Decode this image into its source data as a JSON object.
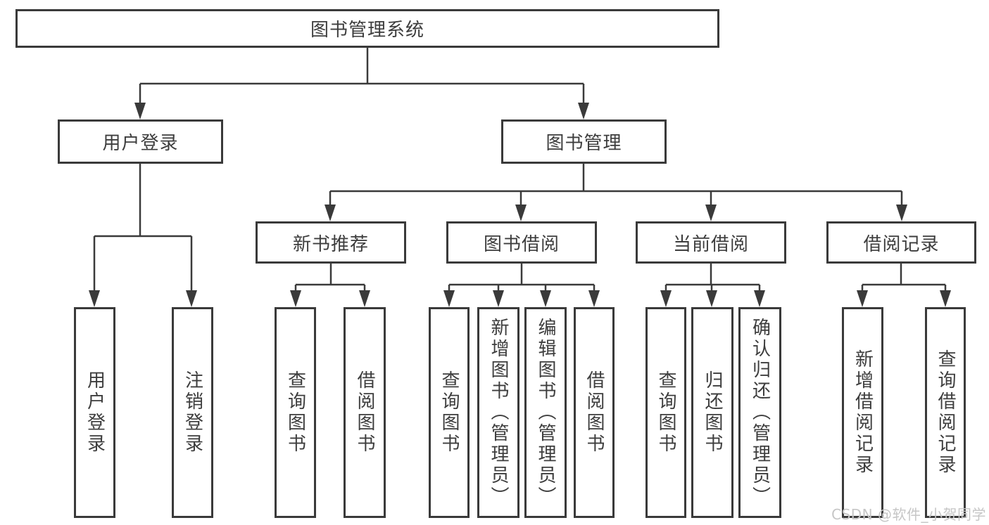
{
  "tree": {
    "root": "图书管理系统",
    "branches": [
      {
        "label": "用户登录",
        "leaves": [
          "用户登录",
          "注销登录"
        ]
      },
      {
        "label": "图书管理",
        "groups": [
          {
            "label": "新书推荐",
            "leaves": [
              "查询图书",
              "借阅图书"
            ]
          },
          {
            "label": "图书借阅",
            "leaves": [
              "查询图书",
              "新增图书（管理员）",
              "编辑图书（管理员）",
              "借阅图书"
            ]
          },
          {
            "label": "当前借阅",
            "leaves": [
              "查询图书",
              "归还图书",
              "确认归还（管理员）"
            ]
          },
          {
            "label": "借阅记录",
            "leaves": [
              "新增借阅记录",
              "查询借阅记录"
            ]
          }
        ]
      }
    ]
  },
  "watermark": "CSDN @软件_小贺同学",
  "colors": {
    "line": "#3a3a3a",
    "box_border": "#3a3a3a",
    "box_fill": "#ffffff",
    "text": "#3d3d3d",
    "watermark": "#c6c6c6",
    "background": "#ffffff"
  }
}
